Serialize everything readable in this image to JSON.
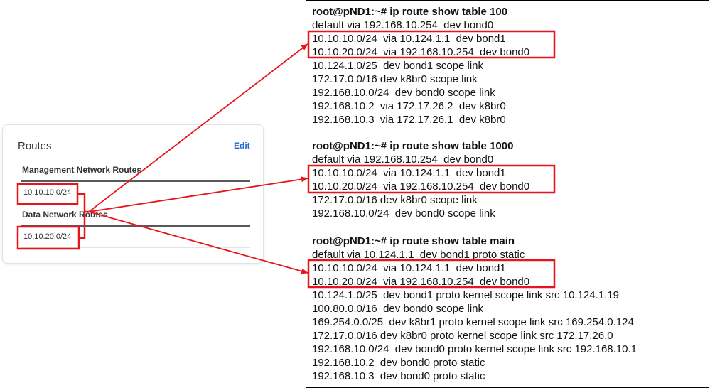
{
  "routes_card": {
    "title": "Routes",
    "edit_label": "Edit",
    "management_header": "Management Network Routes",
    "management_routes": [
      "10.10.10.0/24"
    ],
    "data_header": "Data Network Routes",
    "data_routes": [
      "10.10.20.0/24"
    ]
  },
  "terminal": {
    "blocks": [
      {
        "command": "root@pND1:~# ip route show table 100",
        "lines": [
          "default via 192.168.10.254  dev bond0",
          "10.10.10.0/24  via 10.124.1.1  dev bond1",
          "10.10.20.0/24  via 192.168.10.254  dev bond0",
          "10.124.1.0/25  dev bond1 scope link",
          "172.17.0.0/16 dev k8br0 scope link",
          "192.168.10.0/24  dev bond0 scope link",
          "192.168.10.2  via 172.17.26.2  dev k8br0",
          "192.168.10.3  via 172.17.26.1  dev k8br0"
        ]
      },
      {
        "command": "root@pND1:~# ip route show table 1000",
        "lines": [
          "default via 192.168.10.254  dev bond0",
          "10.10.10.0/24  via 10.124.1.1  dev bond1",
          "10.10.20.0/24  via 192.168.10.254  dev bond0",
          "172.17.0.0/16 dev k8br0 scope link",
          "192.168.10.0/24  dev bond0 scope link"
        ]
      },
      {
        "command": "root@pND1:~# ip route show table main",
        "lines": [
          "default via 10.124.1.1  dev bond1 proto static",
          "10.10.10.0/24  via 10.124.1.1  dev bond1",
          "10.10.20.0/24  via 192.168.10.254  dev bond0",
          "10.124.1.0/25  dev bond1 proto kernel scope link src 10.124.1.19",
          "100.80.0.0/16  dev bond0 scope link",
          "169.254.0.0/25  dev k8br1 proto kernel scope link src 169.254.0.124",
          "172.17.0.0/16 dev k8br0 proto kernel scope link src 172.17.26.0",
          "192.168.10.0/24  dev bond0 proto kernel scope link src 192.168.10.1",
          "192.168.10.2  dev bond0 proto static",
          "192.168.10.3  dev bond0 proto static"
        ]
      }
    ]
  },
  "colors": {
    "highlight": "#e8141c",
    "link": "#1d69cc"
  }
}
